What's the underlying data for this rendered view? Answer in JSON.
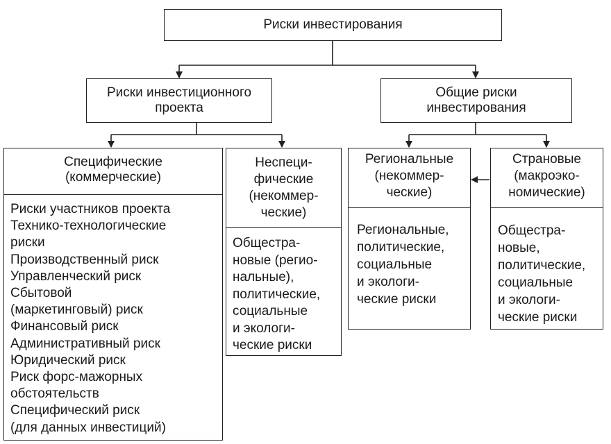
{
  "root": {
    "label": "Риски инвестирования"
  },
  "left_group": {
    "label_lines": [
      "Риски инвестиционного",
      "проекта"
    ]
  },
  "right_group": {
    "label_lines": [
      "Общие риски",
      "инвестирования"
    ]
  },
  "specific": {
    "head_lines": [
      "Специфические",
      "(коммерческие)"
    ],
    "items": [
      "Риски участников проекта",
      "Технико-технологические",
      "риски",
      "Производственный риск",
      "Управленческий риск",
      "Сбытовой",
      "(маркетинговый) риск",
      "Финансовый риск",
      "Административный риск",
      "Юридический риск",
      "Риск форс-мажорных",
      "обстоятельств",
      "Специфический риск",
      "(для данных инвестиций)"
    ]
  },
  "nonspecific": {
    "head_lines": [
      "Неспеци-",
      "фические",
      "(некоммер-",
      "ческие)"
    ],
    "body_lines": [
      "Общестра-",
      "новые (регио-",
      "нальные),",
      "политические,",
      "социальные",
      "и экологи-",
      "ческие риски"
    ]
  },
  "regional": {
    "head_lines": [
      "Региональные",
      "(некоммер-",
      "ческие)"
    ],
    "body_lines": [
      "Региональные,",
      "политические,",
      "социальные",
      "и экологи-",
      "ческие риски"
    ]
  },
  "country": {
    "head_lines": [
      "Страновые",
      "(макроэко-",
      "номические)"
    ],
    "body_lines": [
      "Общестра-",
      "новые,",
      "политические,",
      "социальные",
      "и экологи-",
      "ческие риски"
    ]
  }
}
